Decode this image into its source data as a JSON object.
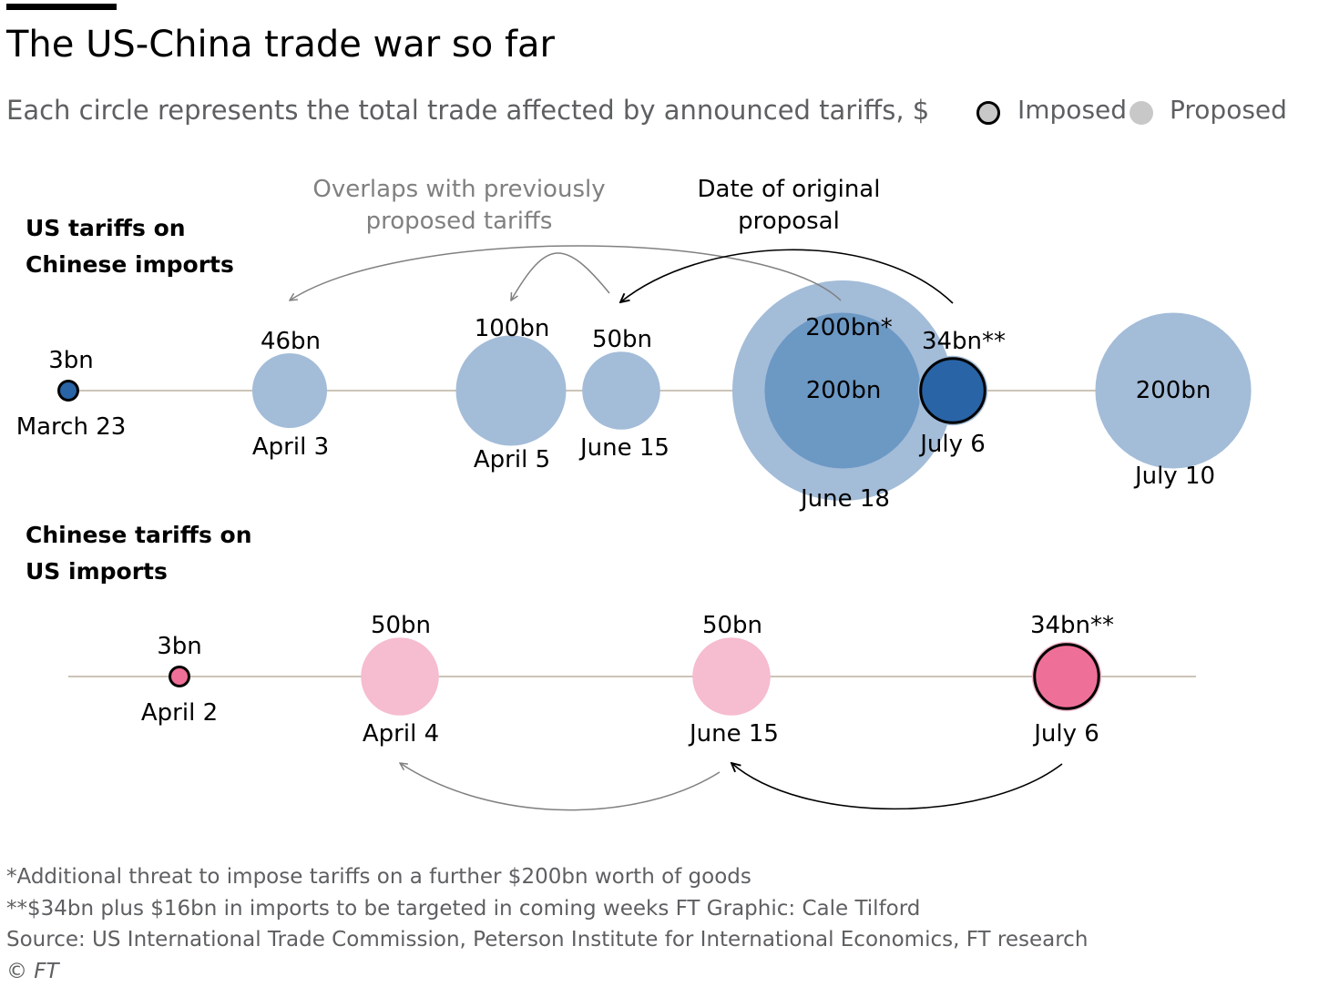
{
  "header": {
    "title": "The US-China trade war so far",
    "subtitle": "Each circle represents the total trade affected by announced tariffs, $"
  },
  "legend": {
    "imposed": "Imposed",
    "proposed": "Proposed"
  },
  "colors": {
    "us_proposed": "#a3bcd8",
    "us_imposed": "#2864a6",
    "us_inner": "#6c98c4",
    "cn_proposed": "#f6bcd0",
    "cn_imposed": "#ee6f98",
    "axis": "#ccc4b8",
    "annotation_grey": "#808080"
  },
  "sections": {
    "us": {
      "title_line1": "US tariffs on",
      "title_line2": "Chinese imports"
    },
    "china": {
      "title_line1": "Chinese tariffs on",
      "title_line2": "US imports"
    }
  },
  "annotations": {
    "overlaps_line1": "Overlaps with previously",
    "overlaps_line2": "proposed tariffs",
    "original_line1": "Date of original",
    "original_line2": "proposal"
  },
  "chart_data": [
    {
      "type": "bubble-timeline",
      "series": [
        {
          "name": "US tariffs on Chinese imports",
          "events": [
            {
              "date": "March 23",
              "value": "3bn",
              "amount_bn": 3,
              "status": "imposed"
            },
            {
              "date": "April 3",
              "value": "46bn",
              "amount_bn": 46,
              "status": "proposed"
            },
            {
              "date": "April 5",
              "value": "100bn",
              "amount_bn": 100,
              "status": "proposed"
            },
            {
              "date": "June 15",
              "value": "50bn",
              "amount_bn": 50,
              "status": "proposed"
            },
            {
              "date": "June 18",
              "value": "200bn*",
              "amount_bn": 400,
              "status": "proposed",
              "inner_value": "200bn",
              "inner_amount_bn": 200
            },
            {
              "date": "July 6",
              "value": "34bn**",
              "amount_bn": 34,
              "status": "imposed"
            },
            {
              "date": "July 10",
              "value": "200bn",
              "amount_bn": 200,
              "status": "proposed"
            }
          ]
        }
      ]
    },
    {
      "type": "bubble-timeline",
      "series": [
        {
          "name": "Chinese tariffs on US imports",
          "events": [
            {
              "date": "April 2",
              "value": "3bn",
              "amount_bn": 3,
              "status": "imposed"
            },
            {
              "date": "April 4",
              "value": "50bn",
              "amount_bn": 50,
              "status": "proposed"
            },
            {
              "date": "June 15",
              "value": "50bn",
              "amount_bn": 50,
              "status": "proposed"
            },
            {
              "date": "July 6",
              "value": "34bn**",
              "amount_bn": 34,
              "status": "imposed"
            }
          ]
        }
      ]
    }
  ],
  "footnotes": {
    "note1": "*Additional threat to impose tariffs on a further $200bn worth of goods",
    "note2": "**$34bn plus $16bn in imports to be targeted in coming weeks  FT Graphic: Cale Tilford",
    "source": "Source: US International Trade Commission, Peterson Institute for International Economics, FT research",
    "copyright": "© FT"
  }
}
